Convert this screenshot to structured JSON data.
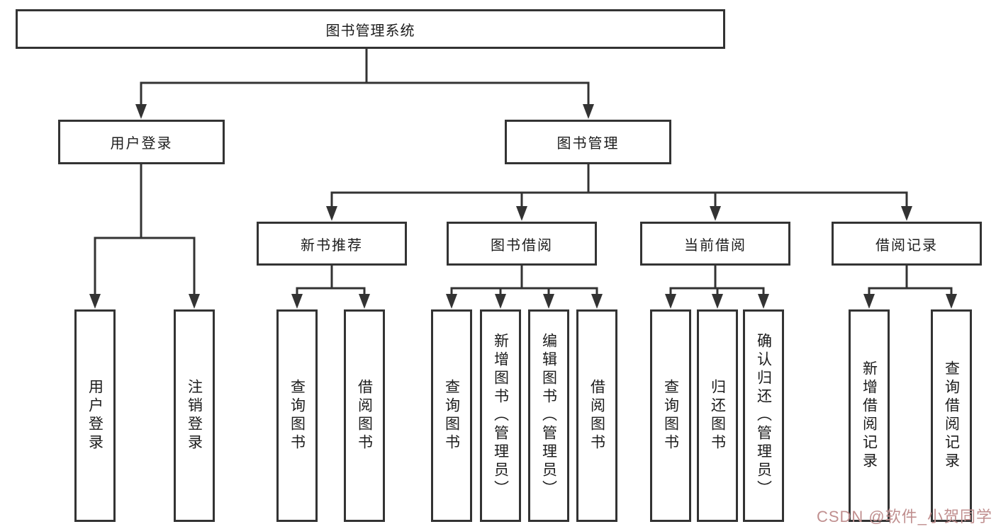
{
  "diagram": {
    "root": "图书管理系统",
    "level1": [
      "用户登录",
      "图书管理"
    ],
    "level2": [
      "新书推荐",
      "图书借阅",
      "当前借阅",
      "借阅记录"
    ],
    "leaves": {
      "user_login": [
        "用户登录",
        "注销登录"
      ],
      "new_book": [
        "查询图书",
        "借阅图书"
      ],
      "book_borrow": [
        "查询图书",
        "新增图书（管理员）",
        "编辑图书（管理员）",
        "借阅图书"
      ],
      "current_borrow": [
        "查询图书",
        "归还图书",
        "确认归还（管理员）"
      ],
      "borrow_record": [
        "新增借阅记录",
        "查询借阅记录"
      ]
    }
  },
  "watermark": {
    "text": "CSDN @软件_小贺同学",
    "color": "#c08f8f"
  },
  "colors": {
    "line": "#333333",
    "text": "#1c1c1c",
    "background": "#ffffff"
  }
}
